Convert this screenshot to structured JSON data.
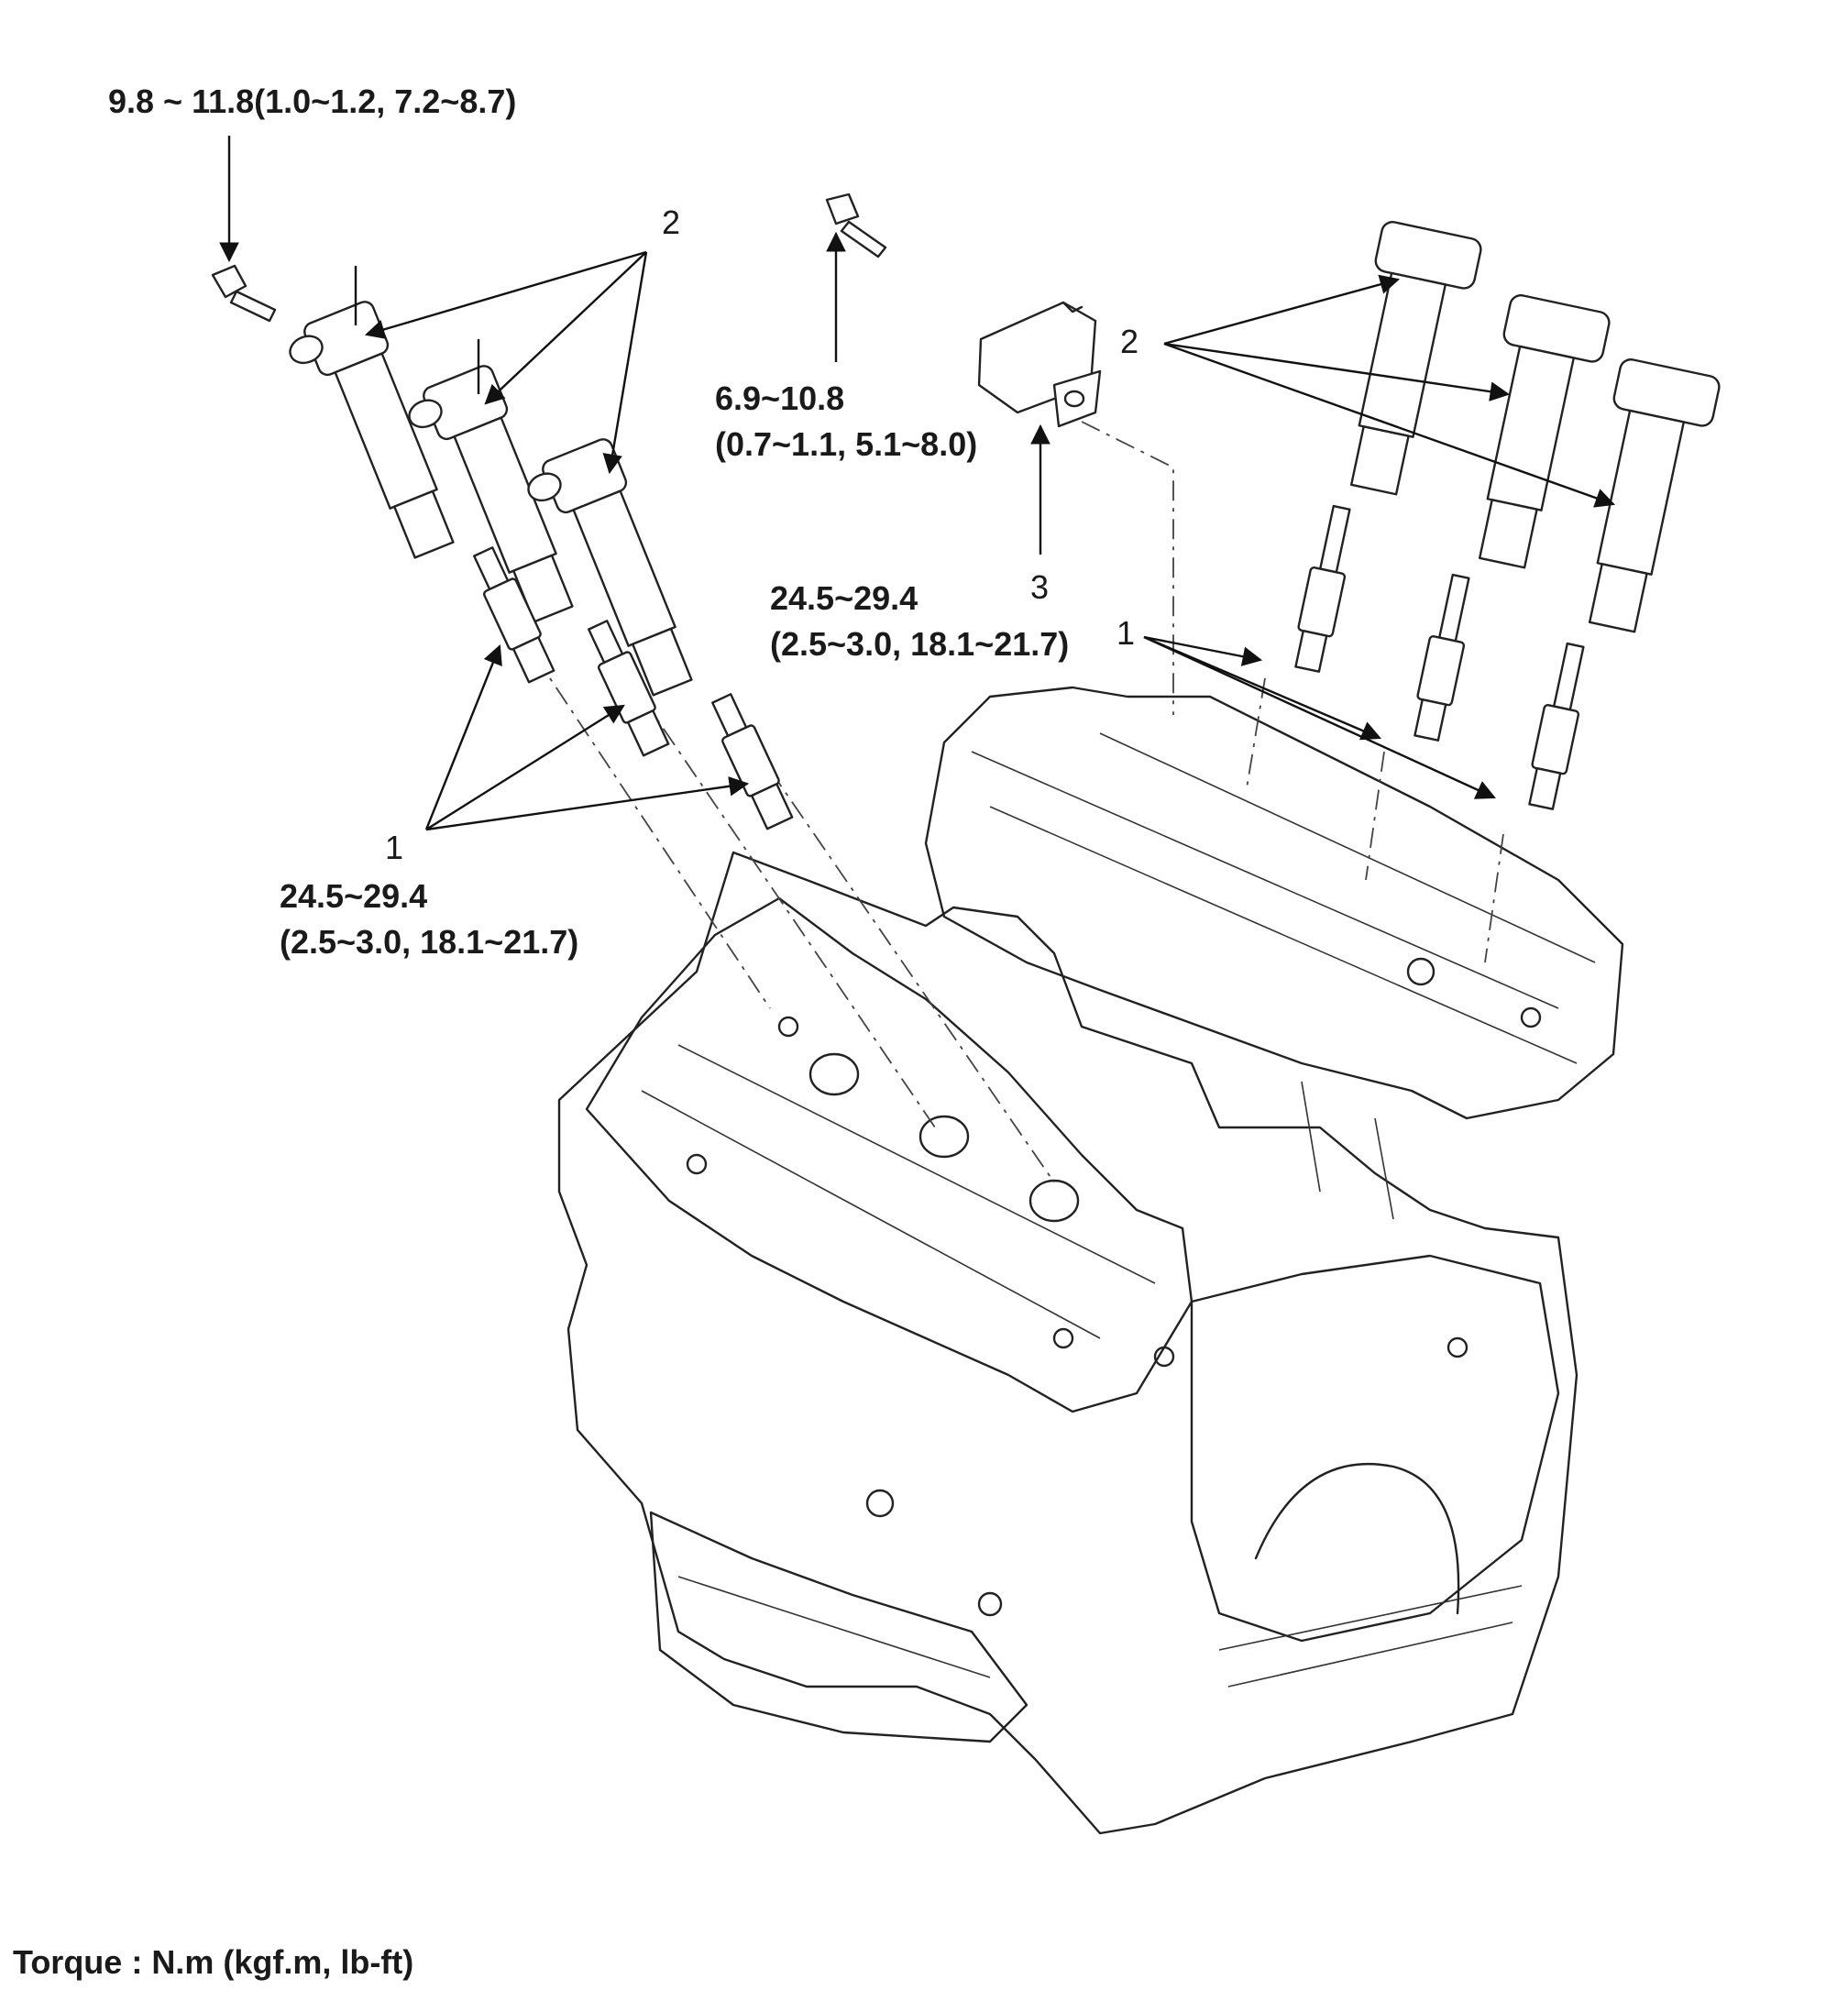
{
  "torque_labels": {
    "bolt_left": "9.8 ~ 11.8(1.0~1.2, 7.2~8.7)",
    "bolt_center_line1": "6.9~10.8",
    "bolt_center_line2": "(0.7~1.1, 5.1~8.0)",
    "plug_right_line1": "24.5~29.4",
    "plug_right_line2": "(2.5~3.0, 18.1~21.7)",
    "plug_left_line1": "24.5~29.4",
    "plug_left_line2": "(2.5~3.0, 18.1~21.7)"
  },
  "callouts": {
    "coil_left": "2",
    "coil_right": "2",
    "plug_left": "1",
    "plug_right": "1",
    "condenser": "3"
  },
  "footer": {
    "units": "Torque : N.m (kgf.m, lb-ft)"
  }
}
